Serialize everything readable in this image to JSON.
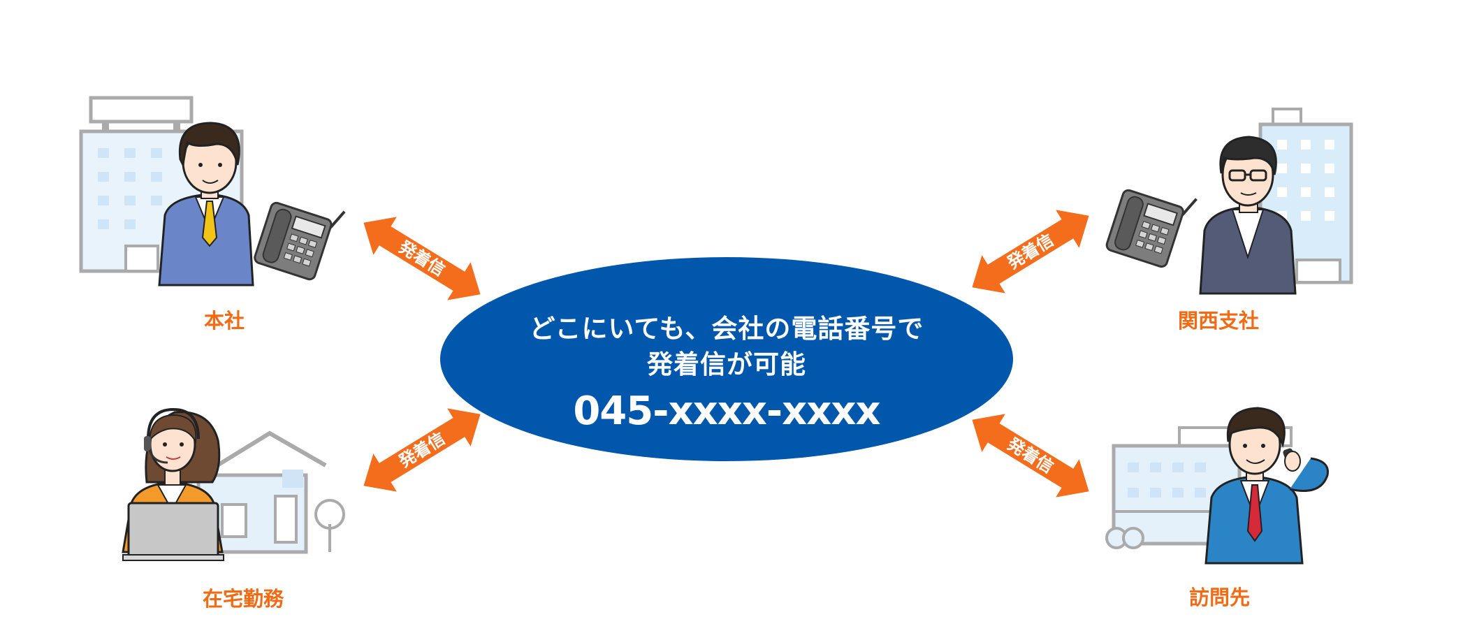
{
  "hub": {
    "line1": "どこにいても、会社の電話番号で",
    "line2": "発着信が可能",
    "number": "045-xxxx-xxxx"
  },
  "locations": {
    "head_office": "本社",
    "kansai_branch": "関西支社",
    "remote_work": "在宅勤務",
    "visit_destination": "訪問先"
  },
  "arrow_label": "発着信",
  "colors": {
    "hub": "#0057ac",
    "arrow": "#f46d1c",
    "label": "#f26a14",
    "building_stroke": "#a9a9a9",
    "building_fill": "#dcecf8"
  }
}
